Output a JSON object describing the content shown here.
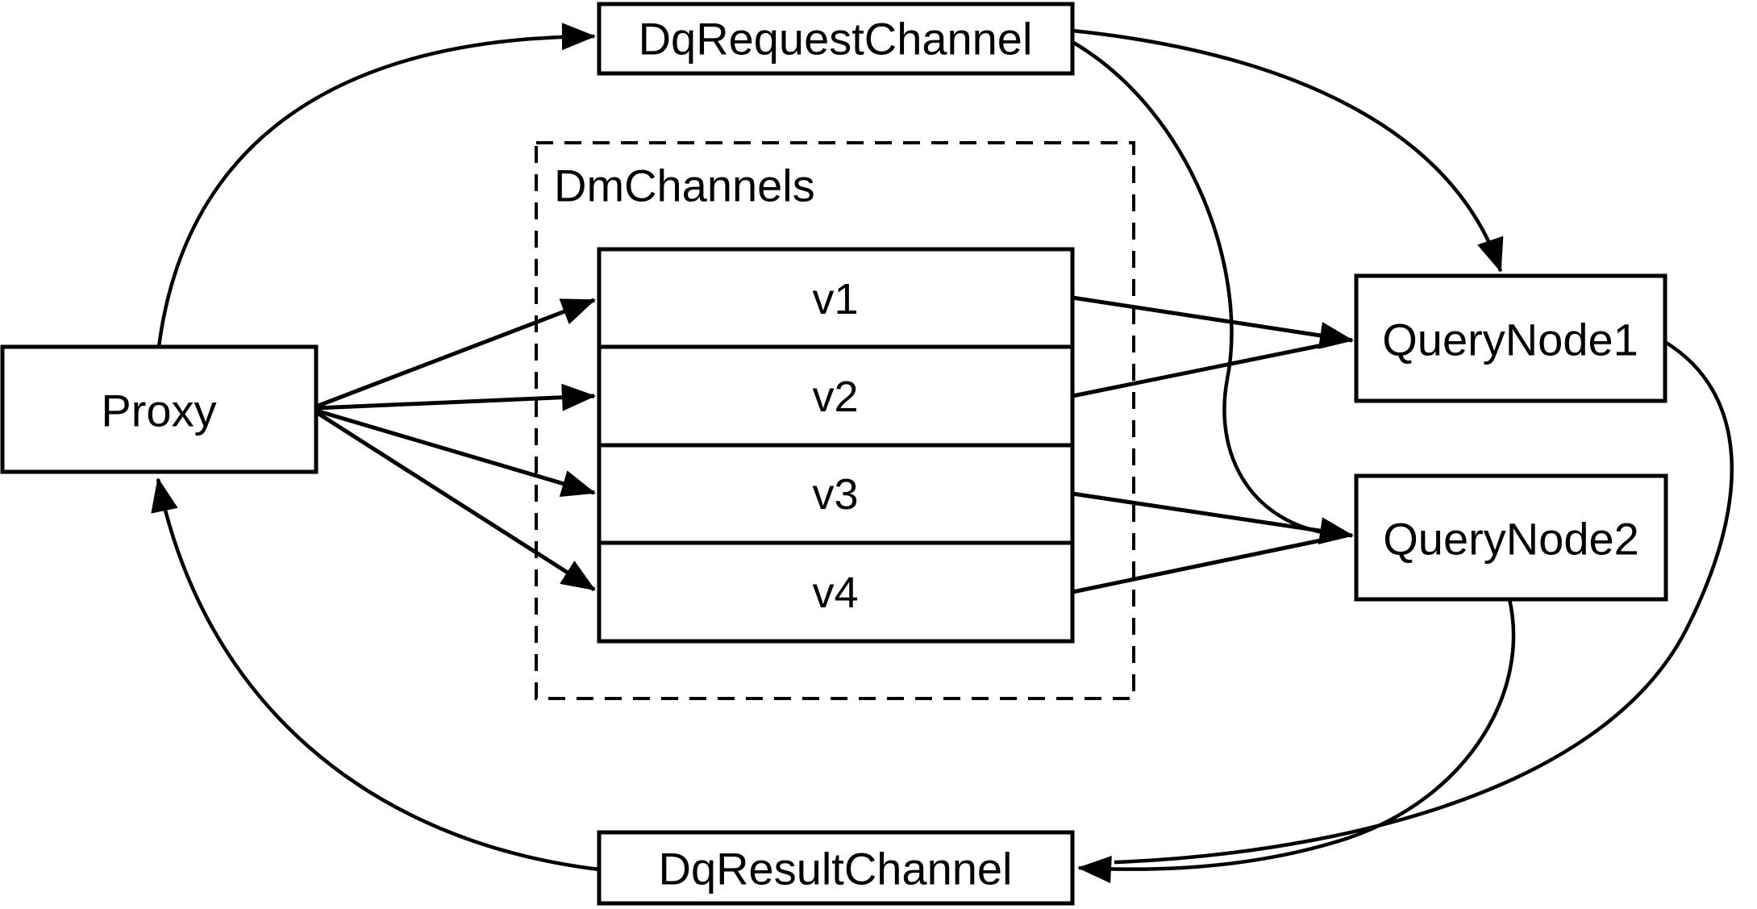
{
  "diagram": {
    "nodes": {
      "proxy": {
        "label": "Proxy"
      },
      "dq_request_channel": {
        "label": "DqRequestChannel"
      },
      "dm_channels": {
        "label": "DmChannels",
        "channels": [
          {
            "label": "v1"
          },
          {
            "label": "v2"
          },
          {
            "label": "v3"
          },
          {
            "label": "v4"
          }
        ]
      },
      "query_node_1": {
        "label": "QueryNode1"
      },
      "query_node_2": {
        "label": "QueryNode2"
      },
      "dq_result_channel": {
        "label": "DqResultChannel"
      }
    },
    "edges": [
      {
        "from": "Proxy",
        "to": "DqRequestChannel"
      },
      {
        "from": "DqRequestChannel",
        "to": "QueryNode1"
      },
      {
        "from": "DqRequestChannel",
        "to": "QueryNode2"
      },
      {
        "from": "Proxy",
        "to": "v1"
      },
      {
        "from": "Proxy",
        "to": "v2"
      },
      {
        "from": "Proxy",
        "to": "v3"
      },
      {
        "from": "Proxy",
        "to": "v4"
      },
      {
        "from": "v1",
        "to": "QueryNode1"
      },
      {
        "from": "v2",
        "to": "QueryNode1"
      },
      {
        "from": "v3",
        "to": "QueryNode2"
      },
      {
        "from": "v4",
        "to": "QueryNode2"
      },
      {
        "from": "QueryNode1",
        "to": "DqResultChannel"
      },
      {
        "from": "QueryNode2",
        "to": "DqResultChannel"
      },
      {
        "from": "DqResultChannel",
        "to": "Proxy"
      }
    ],
    "colors": {
      "line": "#000000",
      "text": "#000000",
      "background": "#ffffff"
    }
  }
}
